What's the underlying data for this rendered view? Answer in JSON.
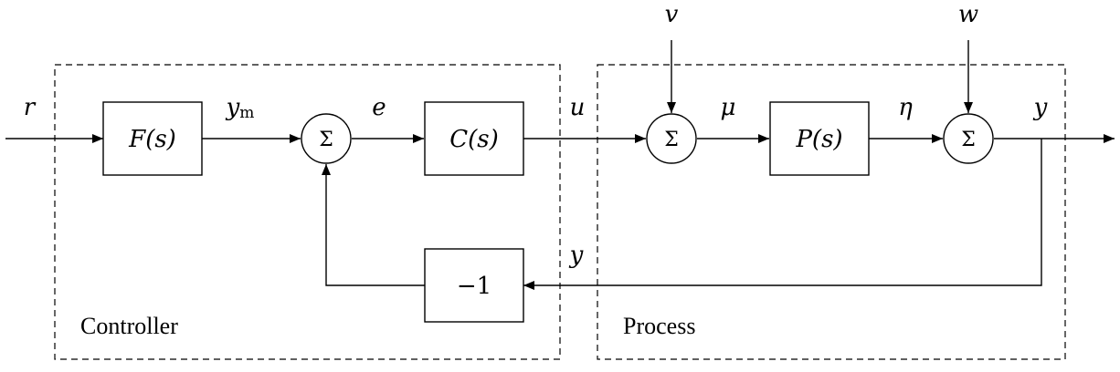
{
  "groups": {
    "controller": "Controller",
    "process": "Process"
  },
  "blocks": {
    "F": "F(s)",
    "C": "C(s)",
    "P": "P(s)",
    "neg": "−1"
  },
  "sum_symbol": "Σ",
  "signals": {
    "r": "r",
    "ym_main": "y",
    "ym_sub": "m",
    "e": "e",
    "u": "u",
    "v": "v",
    "mu": "μ",
    "eta": "η",
    "w": "w",
    "y_out": "y",
    "y_fb": "y"
  }
}
